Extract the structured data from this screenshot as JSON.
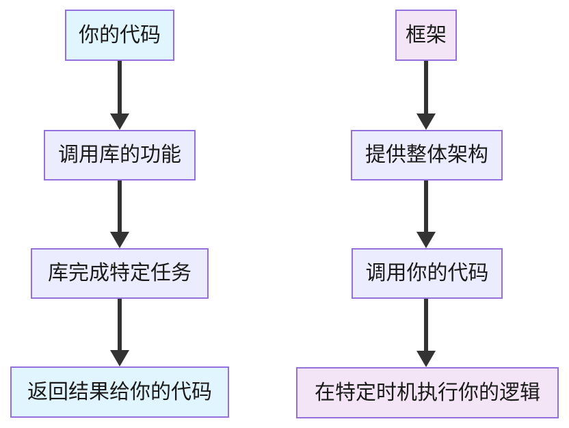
{
  "diagram": {
    "type": "flowchart",
    "direction": "top-down",
    "colors": {
      "background": "#ffffff",
      "node_border": "#9370db",
      "arrow": "#333333",
      "text": "#1a1a1a",
      "cyan_fill": "#e1f5fe",
      "lavender_fill": "#ececff",
      "pink_fill": "#f3e5f5"
    },
    "left_flow": {
      "name": "library-usage-flow",
      "nodes": [
        {
          "id": "your-code",
          "label": "你的代码",
          "fill": "#e1f5fe"
        },
        {
          "id": "call-library",
          "label": "调用库的功能",
          "fill": "#ececff"
        },
        {
          "id": "library-task",
          "label": "库完成特定任务",
          "fill": "#ececff"
        },
        {
          "id": "return-result",
          "label": "返回结果给你的代码",
          "fill": "#e1f5fe"
        }
      ],
      "edges": [
        {
          "from": "your-code",
          "to": "call-library"
        },
        {
          "from": "call-library",
          "to": "library-task"
        },
        {
          "from": "library-task",
          "to": "return-result"
        }
      ]
    },
    "right_flow": {
      "name": "framework-flow",
      "nodes": [
        {
          "id": "framework",
          "label": "框架",
          "fill": "#f3e5f5"
        },
        {
          "id": "provide-architecture",
          "label": "提供整体架构",
          "fill": "#ececff"
        },
        {
          "id": "call-your-code",
          "label": "调用你的代码",
          "fill": "#ececff"
        },
        {
          "id": "execute-your-logic",
          "label": "在特定时机执行你的逻辑",
          "fill": "#f3e5f5"
        }
      ],
      "edges": [
        {
          "from": "framework",
          "to": "provide-architecture"
        },
        {
          "from": "provide-architecture",
          "to": "call-your-code"
        },
        {
          "from": "call-your-code",
          "to": "execute-your-logic"
        }
      ]
    }
  }
}
